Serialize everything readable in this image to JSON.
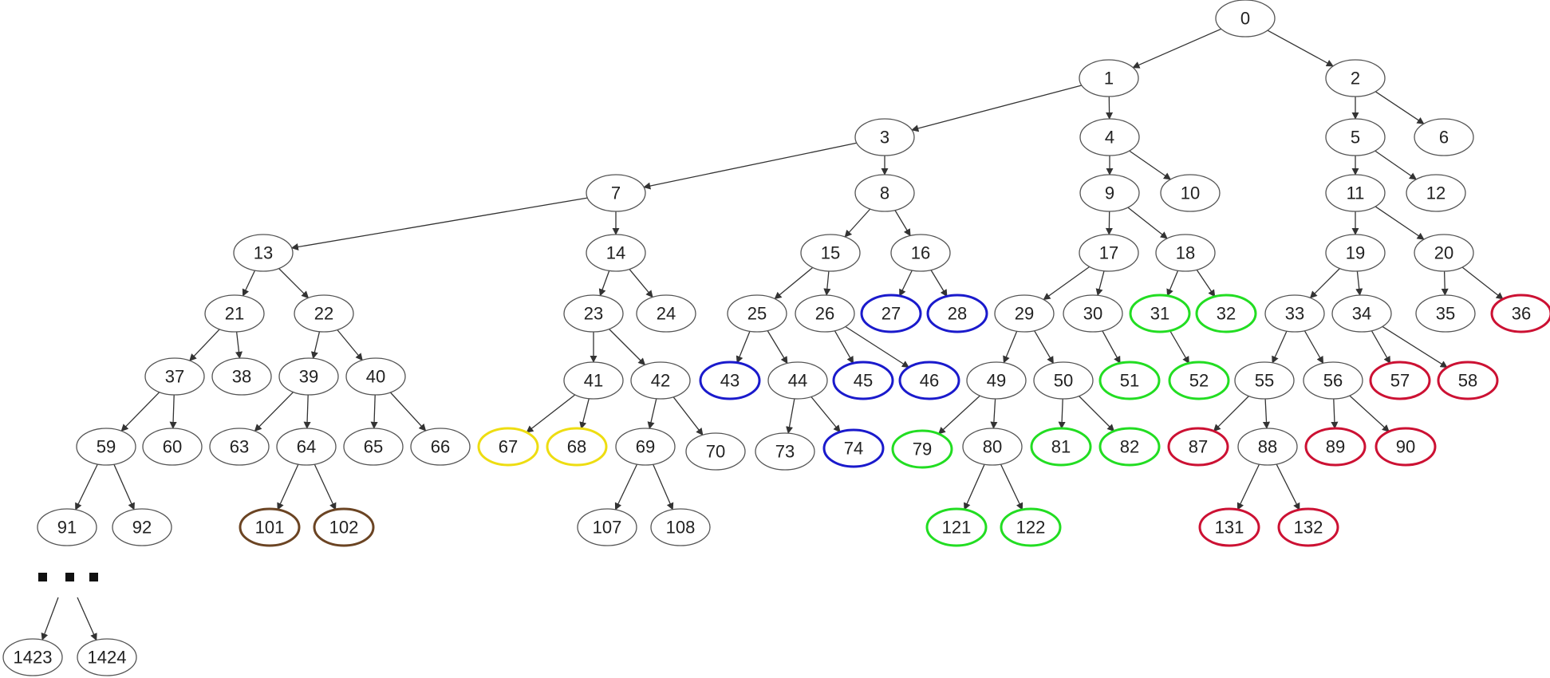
{
  "diagram": {
    "colors": {
      "default": "#555555",
      "blue": "#1a1acc",
      "green": "#22dd22",
      "red": "#cc1133",
      "yellow": "#eedd11",
      "brown": "#6b4423"
    },
    "nodes": [
      {
        "id": "0",
        "label": "0"
      },
      {
        "id": "1",
        "label": "1"
      },
      {
        "id": "2",
        "label": "2"
      },
      {
        "id": "3",
        "label": "3"
      },
      {
        "id": "4",
        "label": "4"
      },
      {
        "id": "5",
        "label": "5"
      },
      {
        "id": "6",
        "label": "6"
      },
      {
        "id": "7",
        "label": "7"
      },
      {
        "id": "8",
        "label": "8"
      },
      {
        "id": "9",
        "label": "9"
      },
      {
        "id": "10",
        "label": "10"
      },
      {
        "id": "11",
        "label": "11"
      },
      {
        "id": "12",
        "label": "12"
      },
      {
        "id": "13",
        "label": "13"
      },
      {
        "id": "14",
        "label": "14"
      },
      {
        "id": "15",
        "label": "15"
      },
      {
        "id": "16",
        "label": "16"
      },
      {
        "id": "17",
        "label": "17"
      },
      {
        "id": "18",
        "label": "18"
      },
      {
        "id": "19",
        "label": "19"
      },
      {
        "id": "20",
        "label": "20"
      },
      {
        "id": "21",
        "label": "21"
      },
      {
        "id": "22",
        "label": "22"
      },
      {
        "id": "23",
        "label": "23"
      },
      {
        "id": "24",
        "label": "24"
      },
      {
        "id": "25",
        "label": "25"
      },
      {
        "id": "26",
        "label": "26"
      },
      {
        "id": "27",
        "label": "27",
        "color": "blue"
      },
      {
        "id": "28",
        "label": "28",
        "color": "blue"
      },
      {
        "id": "29",
        "label": "29"
      },
      {
        "id": "30",
        "label": "30"
      },
      {
        "id": "31",
        "label": "31",
        "color": "green"
      },
      {
        "id": "32",
        "label": "32",
        "color": "green"
      },
      {
        "id": "33",
        "label": "33"
      },
      {
        "id": "34",
        "label": "34"
      },
      {
        "id": "35",
        "label": "35"
      },
      {
        "id": "36",
        "label": "36",
        "color": "red"
      },
      {
        "id": "37",
        "label": "37"
      },
      {
        "id": "38",
        "label": "38"
      },
      {
        "id": "39",
        "label": "39"
      },
      {
        "id": "40",
        "label": "40"
      },
      {
        "id": "41",
        "label": "41"
      },
      {
        "id": "42",
        "label": "42"
      },
      {
        "id": "43",
        "label": "43",
        "color": "blue"
      },
      {
        "id": "44",
        "label": "44"
      },
      {
        "id": "45",
        "label": "45",
        "color": "blue"
      },
      {
        "id": "46",
        "label": "46",
        "color": "blue"
      },
      {
        "id": "49",
        "label": "49"
      },
      {
        "id": "50",
        "label": "50"
      },
      {
        "id": "51",
        "label": "51",
        "color": "green"
      },
      {
        "id": "52",
        "label": "52",
        "color": "green"
      },
      {
        "id": "55",
        "label": "55"
      },
      {
        "id": "56",
        "label": "56"
      },
      {
        "id": "57",
        "label": "57",
        "color": "red"
      },
      {
        "id": "58",
        "label": "58",
        "color": "red"
      },
      {
        "id": "59",
        "label": "59"
      },
      {
        "id": "60",
        "label": "60"
      },
      {
        "id": "63",
        "label": "63"
      },
      {
        "id": "64",
        "label": "64"
      },
      {
        "id": "65",
        "label": "65"
      },
      {
        "id": "66",
        "label": "66"
      },
      {
        "id": "67",
        "label": "67",
        "color": "yellow"
      },
      {
        "id": "68",
        "label": "68",
        "color": "yellow"
      },
      {
        "id": "69",
        "label": "69"
      },
      {
        "id": "70",
        "label": "70"
      },
      {
        "id": "73",
        "label": "73"
      },
      {
        "id": "74",
        "label": "74",
        "color": "blue"
      },
      {
        "id": "79",
        "label": "79",
        "color": "green"
      },
      {
        "id": "80",
        "label": "80"
      },
      {
        "id": "81",
        "label": "81",
        "color": "green"
      },
      {
        "id": "82",
        "label": "82",
        "color": "green"
      },
      {
        "id": "87",
        "label": "87",
        "color": "red"
      },
      {
        "id": "88",
        "label": "88"
      },
      {
        "id": "89",
        "label": "89",
        "color": "red"
      },
      {
        "id": "90",
        "label": "90",
        "color": "red"
      },
      {
        "id": "91",
        "label": "91"
      },
      {
        "id": "92",
        "label": "92"
      },
      {
        "id": "101",
        "label": "101",
        "color": "brown"
      },
      {
        "id": "102",
        "label": "102",
        "color": "brown"
      },
      {
        "id": "107",
        "label": "107"
      },
      {
        "id": "108",
        "label": "108"
      },
      {
        "id": "121",
        "label": "121",
        "color": "green"
      },
      {
        "id": "122",
        "label": "122",
        "color": "green"
      },
      {
        "id": "131",
        "label": "131",
        "color": "red"
      },
      {
        "id": "132",
        "label": "132",
        "color": "red"
      },
      {
        "id": "1423",
        "label": "1423"
      },
      {
        "id": "1424",
        "label": "1424"
      }
    ],
    "edges": [
      [
        "0",
        "1"
      ],
      [
        "0",
        "2"
      ],
      [
        "1",
        "3"
      ],
      [
        "1",
        "4"
      ],
      [
        "2",
        "5"
      ],
      [
        "2",
        "6"
      ],
      [
        "3",
        "7"
      ],
      [
        "3",
        "8"
      ],
      [
        "4",
        "9"
      ],
      [
        "4",
        "10"
      ],
      [
        "5",
        "11"
      ],
      [
        "5",
        "12"
      ],
      [
        "7",
        "13"
      ],
      [
        "7",
        "14"
      ],
      [
        "8",
        "15"
      ],
      [
        "8",
        "16"
      ],
      [
        "9",
        "17"
      ],
      [
        "9",
        "18"
      ],
      [
        "11",
        "19"
      ],
      [
        "11",
        "20"
      ],
      [
        "13",
        "21"
      ],
      [
        "13",
        "22"
      ],
      [
        "14",
        "23"
      ],
      [
        "14",
        "24"
      ],
      [
        "15",
        "25"
      ],
      [
        "15",
        "26"
      ],
      [
        "16",
        "27"
      ],
      [
        "16",
        "28"
      ],
      [
        "17",
        "29"
      ],
      [
        "17",
        "30"
      ],
      [
        "18",
        "31"
      ],
      [
        "18",
        "32"
      ],
      [
        "19",
        "33"
      ],
      [
        "19",
        "34"
      ],
      [
        "20",
        "35"
      ],
      [
        "20",
        "36"
      ],
      [
        "21",
        "37"
      ],
      [
        "21",
        "38"
      ],
      [
        "22",
        "39"
      ],
      [
        "22",
        "40"
      ],
      [
        "23",
        "41"
      ],
      [
        "23",
        "42"
      ],
      [
        "25",
        "43"
      ],
      [
        "25",
        "44"
      ],
      [
        "26",
        "45"
      ],
      [
        "26",
        "46"
      ],
      [
        "29",
        "49"
      ],
      [
        "29",
        "50"
      ],
      [
        "30",
        "51"
      ],
      [
        "31",
        "52"
      ],
      [
        "33",
        "55"
      ],
      [
        "33",
        "56"
      ],
      [
        "34",
        "57"
      ],
      [
        "34",
        "58"
      ],
      [
        "37",
        "59"
      ],
      [
        "37",
        "60"
      ],
      [
        "39",
        "63"
      ],
      [
        "39",
        "64"
      ],
      [
        "40",
        "65"
      ],
      [
        "40",
        "66"
      ],
      [
        "41",
        "67"
      ],
      [
        "41",
        "68"
      ],
      [
        "42",
        "69"
      ],
      [
        "42",
        "70"
      ],
      [
        "44",
        "73"
      ],
      [
        "44",
        "74"
      ],
      [
        "49",
        "79"
      ],
      [
        "49",
        "80"
      ],
      [
        "50",
        "81"
      ],
      [
        "50",
        "82"
      ],
      [
        "55",
        "87"
      ],
      [
        "55",
        "88"
      ],
      [
        "56",
        "89"
      ],
      [
        "56",
        "90"
      ],
      [
        "59",
        "91"
      ],
      [
        "59",
        "92"
      ],
      [
        "64",
        "101"
      ],
      [
        "64",
        "102"
      ],
      [
        "69",
        "107"
      ],
      [
        "69",
        "108"
      ],
      [
        "80",
        "121"
      ],
      [
        "80",
        "122"
      ],
      [
        "88",
        "131"
      ],
      [
        "88",
        "132"
      ],
      [
        "ellipsis",
        "1423"
      ],
      [
        "ellipsis",
        "1424"
      ]
    ]
  }
}
